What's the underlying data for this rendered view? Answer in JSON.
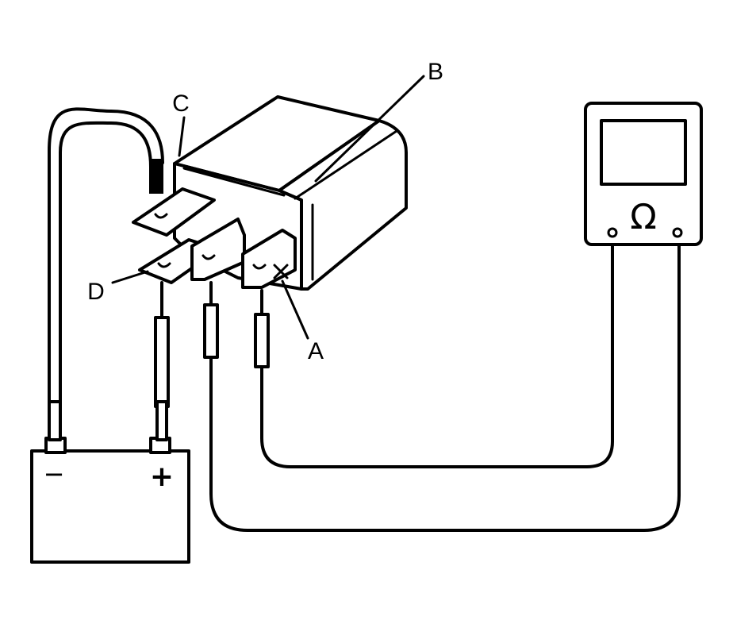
{
  "labels": {
    "a": "A",
    "b": "B",
    "c": "C",
    "d": "D"
  },
  "battery": {
    "negative_symbol": "−",
    "positive_symbol": "+"
  },
  "ohmmeter": {
    "unit_symbol": "Ω"
  },
  "colors": {
    "line": "#000000",
    "background": "#ffffff"
  }
}
